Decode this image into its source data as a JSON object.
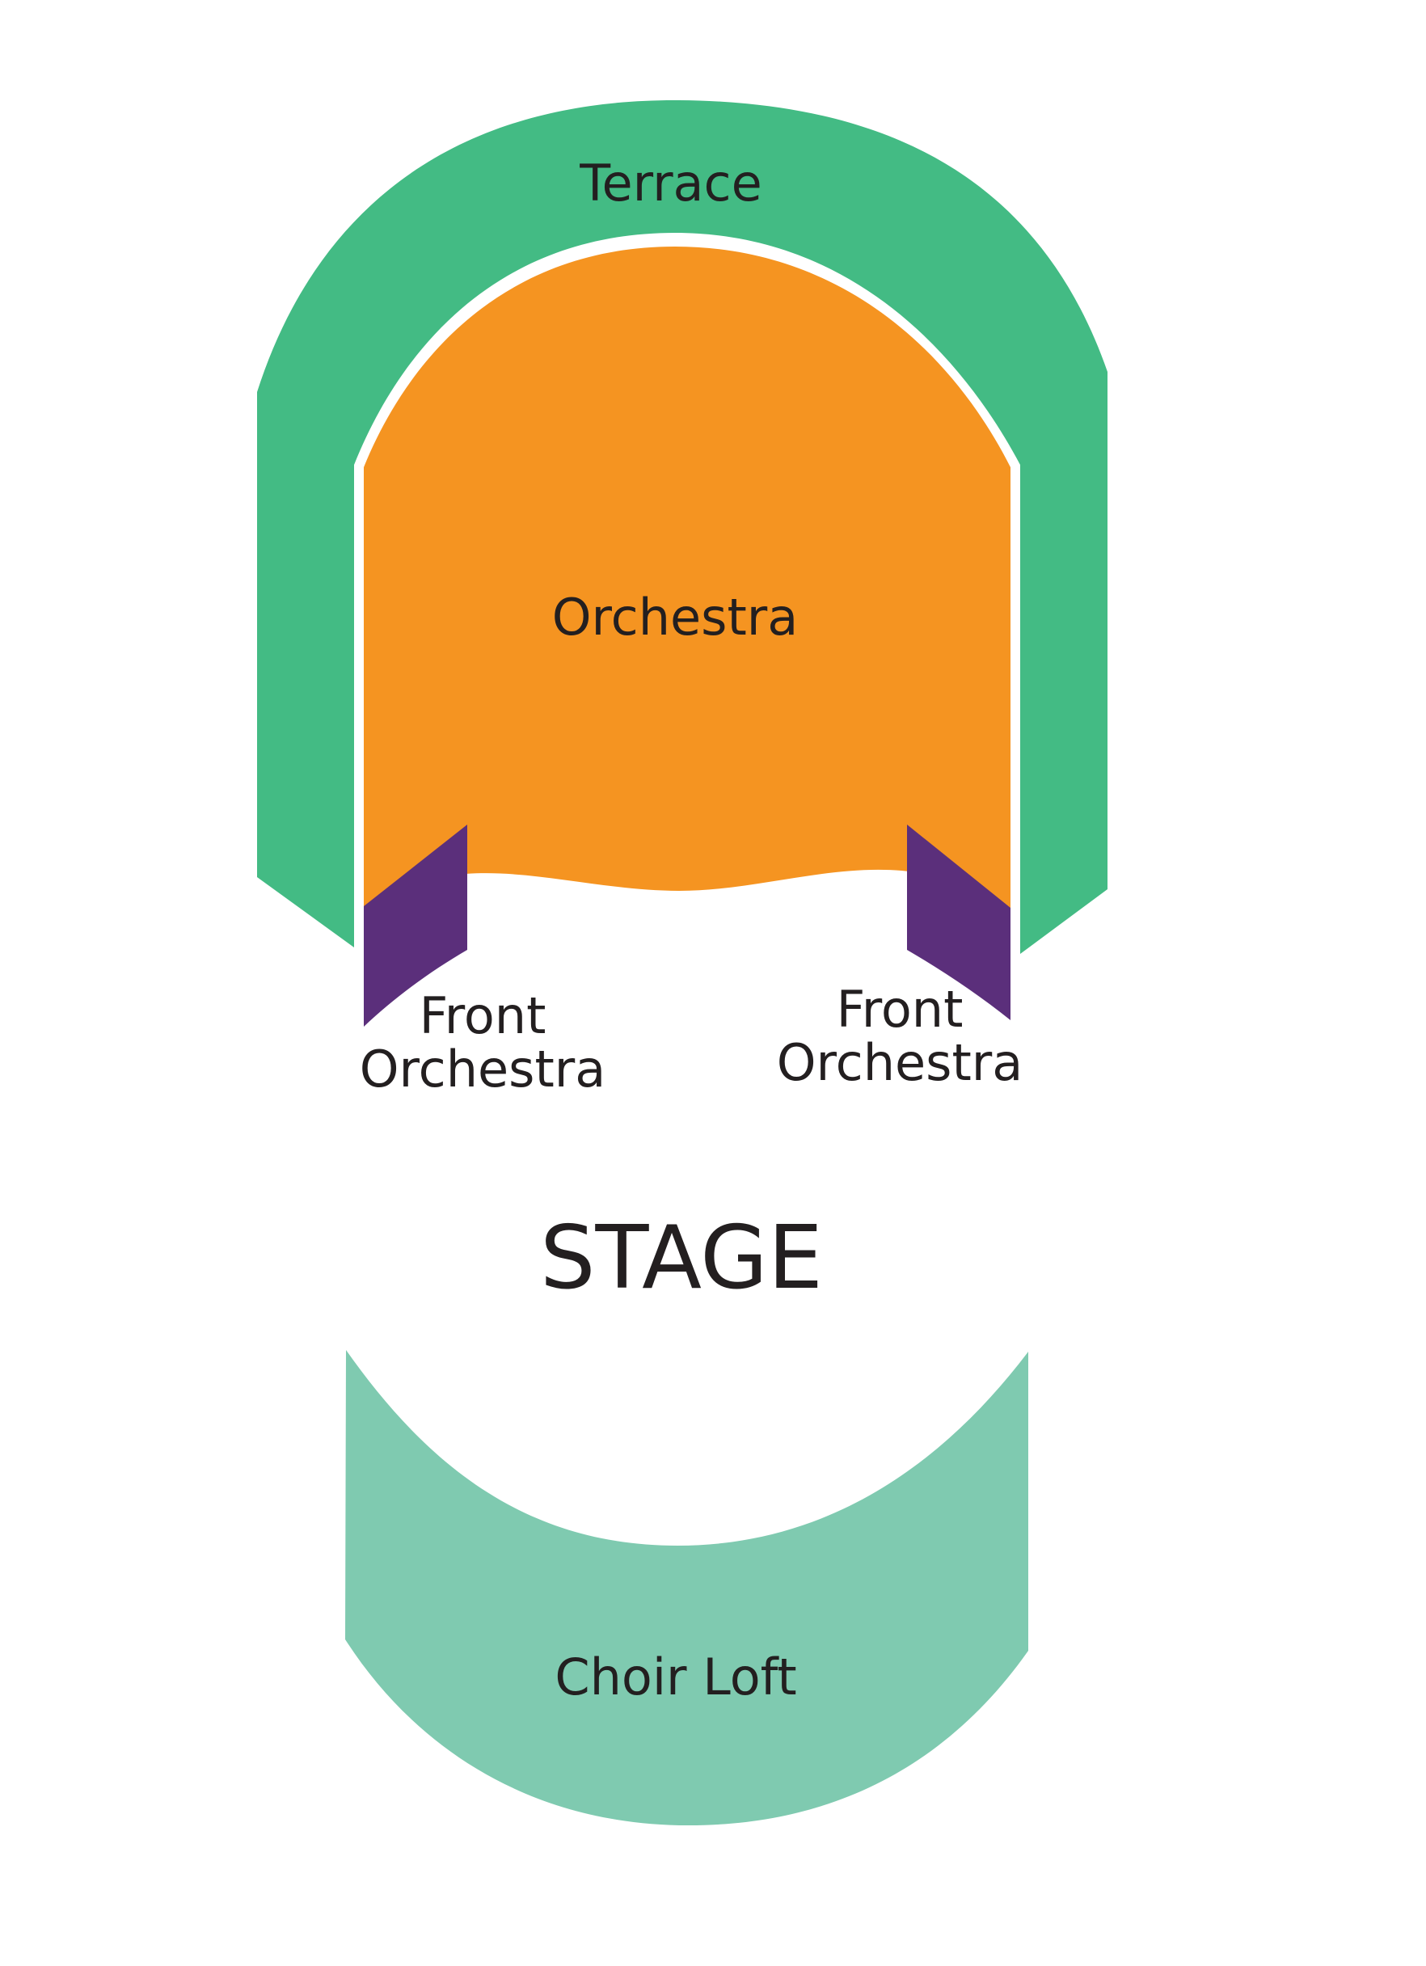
{
  "map": {
    "sections": {
      "terrace": {
        "label": "Terrace",
        "color": "#43bb84"
      },
      "orchestra": {
        "label": "Orchestra",
        "color": "#f59421"
      },
      "front_orchestra_left": {
        "label_line1": "Front",
        "label_line2": "Orchestra",
        "color": "#5b2f7b"
      },
      "front_orchestra_right": {
        "label_line1": "Front",
        "label_line2": "Orchestra",
        "color": "#5b2f7b"
      },
      "stage": {
        "label": "STAGE"
      },
      "choir_loft": {
        "label": "Choir Loft",
        "color": "#7fcab0"
      }
    }
  }
}
